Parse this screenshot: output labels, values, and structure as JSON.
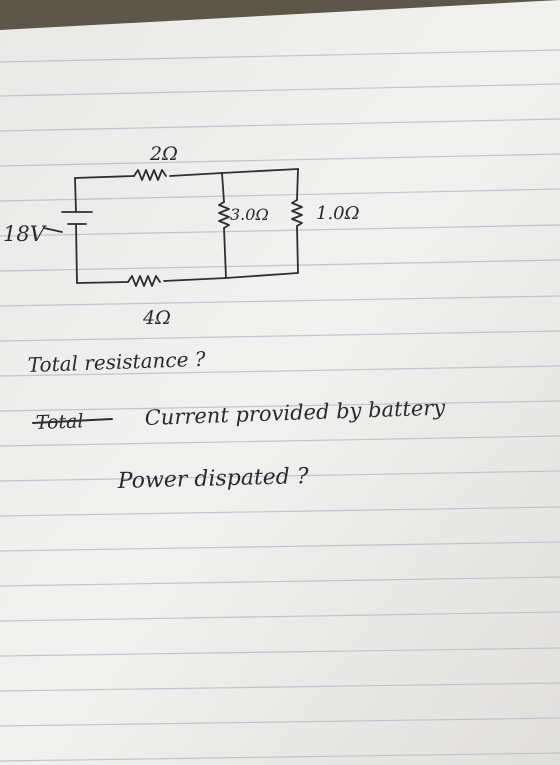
{
  "circuit": {
    "battery_label": "18V",
    "resistors": {
      "top": "2Ω",
      "middle": "3.0Ω",
      "right": "1.0Ω",
      "bottom": "4Ω"
    }
  },
  "questions": {
    "q1": "Total resistance ?",
    "q2_struck": "Total",
    "q2": "Current provided by battery",
    "q3": "Power dispated ?"
  }
}
